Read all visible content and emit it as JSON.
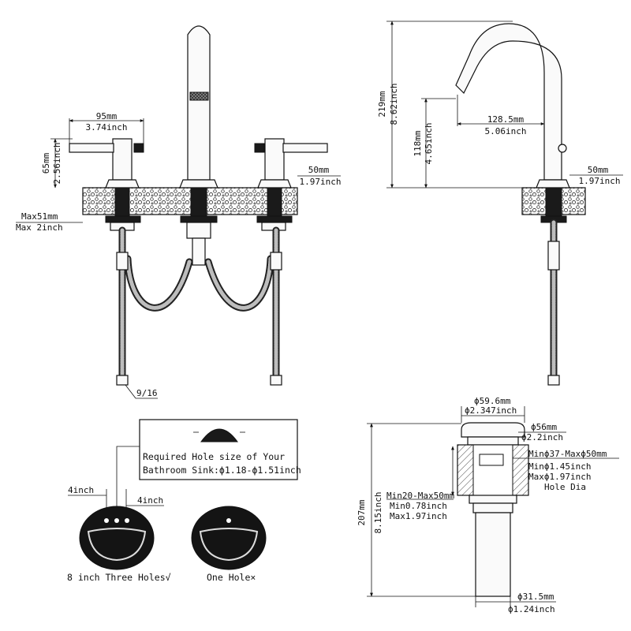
{
  "front_view": {
    "handle_spread": {
      "mm": "95mm",
      "inch": "3.74inch"
    },
    "handle_height": {
      "mm": "65mm",
      "inch": "2.56inch"
    },
    "deck_right": {
      "mm": "50mm",
      "inch": "1.97inch"
    },
    "deck_thickness": {
      "mm": "Max51mm",
      "inch": "Max 2inch"
    },
    "hose_thread": "9/16"
  },
  "side_view": {
    "total_height": {
      "mm": "219mm",
      "inch": "8.62inch"
    },
    "spout_reach": {
      "mm": "128.5mm",
      "inch": "5.06inch"
    },
    "spout_height": {
      "mm": "118mm",
      "inch": "4.65inch"
    },
    "base": {
      "mm": "50mm",
      "inch": "1.97inch"
    }
  },
  "hole_info": {
    "required_line1": "Required Hole size of Your",
    "required_line2": "Bathroom Sink:ϕ1.18-ϕ1.51inch",
    "spacing_left": "4inch",
    "spacing_right": "4inch",
    "option_three": "8 inch Three Holes√",
    "option_one": "One Hole×"
  },
  "drain": {
    "cap_dia": {
      "mm": "ϕ59.6mm",
      "inch": "ϕ2.347inch"
    },
    "collar_dia": {
      "mm": "ϕ56mm",
      "inch": "ϕ2.2inch"
    },
    "hole_range": "Minϕ37-Maxϕ50mm",
    "hole_min": "Minϕ1.45inch",
    "hole_max": "Maxϕ1.97inch",
    "hole_label": "Hole Dia",
    "thickness_mm": "Min20-Max50mm",
    "thickness_min": "Min0.78inch",
    "thickness_max": "Max1.97inch",
    "height": {
      "mm": "207mm",
      "inch": "8.15inch"
    },
    "tail_dia": {
      "mm": "ϕ31.5mm",
      "inch": "ϕ1.24inch"
    }
  }
}
